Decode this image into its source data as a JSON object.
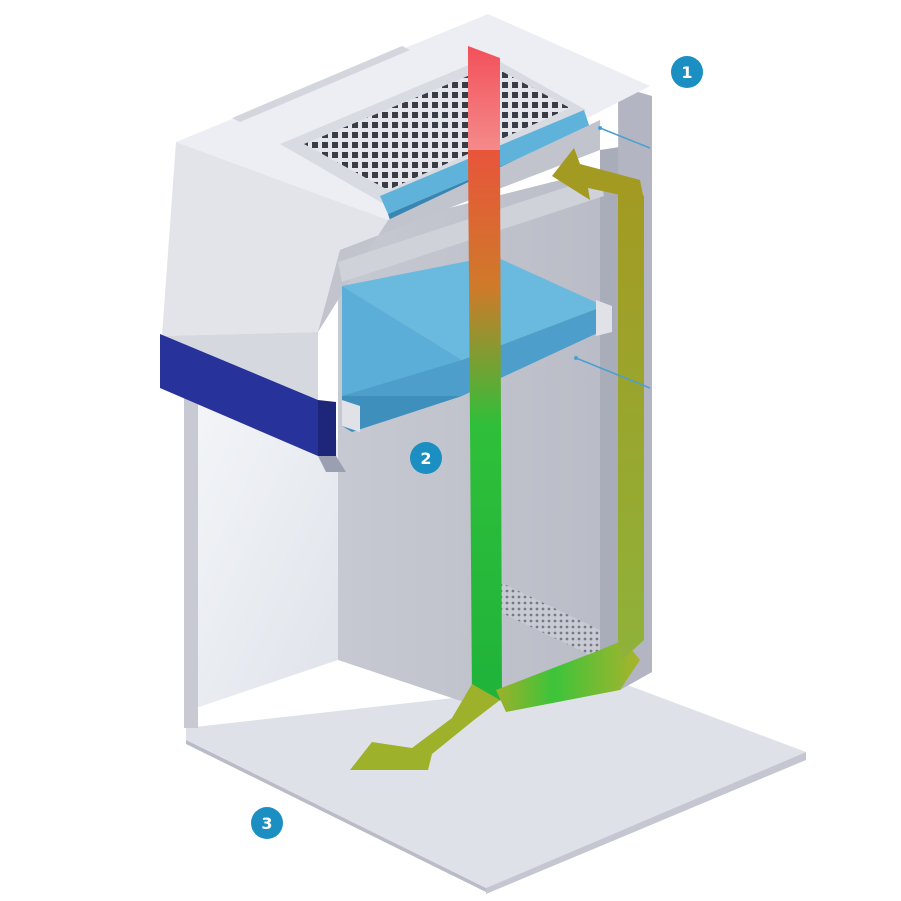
{
  "callouts": [
    {
      "label": "1"
    },
    {
      "label": "2"
    },
    {
      "label": "3"
    }
  ],
  "colors": {
    "callout": "#1b8fc2",
    "leader": "#4a9fd0",
    "cabinet_light": "#e6e8ef",
    "cabinet_mid": "#c9cbd6",
    "cabinet_dark": "#9fa2b3",
    "blue_panel": "#27339a",
    "filter_blue": "#5aaed8",
    "exhaust_red": "#f2505a",
    "downflow_green": "#2fbf3a",
    "return_olive": "#a9a12c"
  },
  "icons": [
    "exhaust-arrow-icon",
    "downflow-arrow-icon",
    "recirculation-arrow-icon"
  ]
}
